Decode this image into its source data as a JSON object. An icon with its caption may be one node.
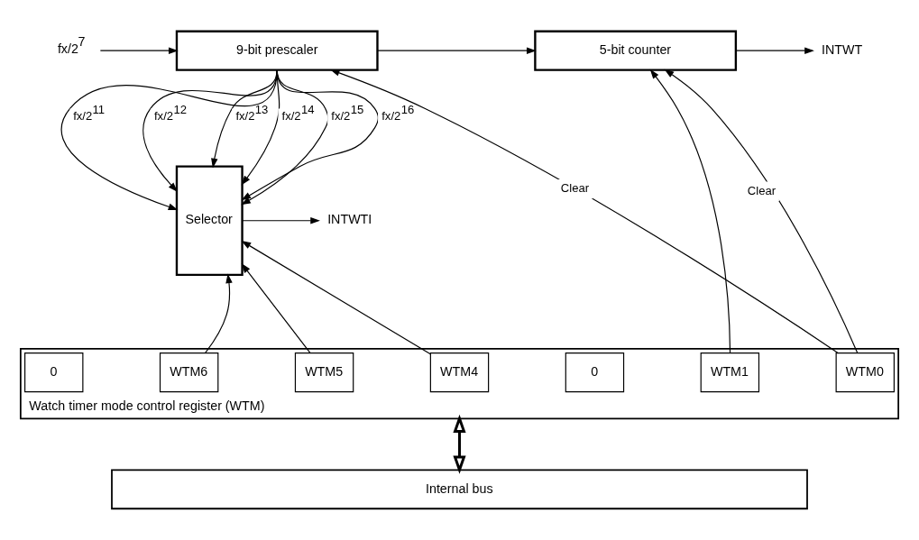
{
  "diagram": {
    "nodes": [
      {
        "text": [
          "fx/2$^{7}$"
        ]
      },
      {
        "text": [
          "9-bit prescaler"
        ]
      },
      {
        "text": [
          "5-bit counter"
        ]
      },
      {
        "text": [
          "INTWT"
        ]
      },
      {
        "text": [
          "Selector"
        ]
      },
      {
        "text": [
          "INTWTI"
        ]
      },
      {
        "text": [
          "Watch timer mode control register (WTM)"
        ]
      },
      {
        "text": [
          "0"
        ],
        "in": 6
      },
      {
        "text": [
          "WTM6"
        ],
        "in": 6
      },
      {
        "text": [
          "WTM5"
        ],
        "in": 6
      },
      {
        "text": [
          "WTM4"
        ],
        "in": 6
      },
      {
        "text": [
          "0"
        ],
        "in": 6
      },
      {
        "text": [
          "WTM1"
        ],
        "in": 6
      },
      {
        "text": [
          "WTM0"
        ],
        "in": 6
      },
      {
        "text": [
          "Internal bus"
        ]
      }
    ],
    "edges": [
      {
        "from": 0,
        "to": 1,
        "arrow": "to"
      },
      {
        "from": 1,
        "to": 2,
        "arrow": "to"
      },
      {
        "from": 2,
        "to": 3,
        "arrow": "to"
      },
      {
        "from": 1,
        "to": 4,
        "arrow": "to",
        "label": "fx/2$^{11}$"
      },
      {
        "from": 1,
        "to": 4,
        "arrow": "to",
        "label": "fx/2$^{12}$"
      },
      {
        "from": 1,
        "to": 4,
        "arrow": "to",
        "label": "fx/2$^{13}$"
      },
      {
        "from": 1,
        "to": 4,
        "arrow": "to",
        "label": "fx/2$^{14}$"
      },
      {
        "from": 1,
        "to": 4,
        "arrow": "to",
        "label": "fx/2$^{15}$"
      },
      {
        "from": 1,
        "to": 4,
        "arrow": "to",
        "label": "fx/2$^{16}$"
      },
      {
        "from": 4,
        "to": 5,
        "arrow": "to"
      },
      {
        "from": 8,
        "to": 4,
        "arrow": "to"
      },
      {
        "from": 9,
        "to": 4,
        "arrow": "to"
      },
      {
        "from": 10,
        "to": 4,
        "arrow": "to"
      },
      {
        "from": 12,
        "to": 2,
        "arrow": "to"
      },
      {
        "from": 13,
        "to": 2,
        "arrow": "to",
        "label": "Clear"
      },
      {
        "from": 13,
        "to": 1,
        "arrow": "to",
        "label": "Clear"
      },
      {
        "from": 6,
        "to": 14,
        "arrow": "both",
        "style": "thick"
      }
    ]
  }
}
